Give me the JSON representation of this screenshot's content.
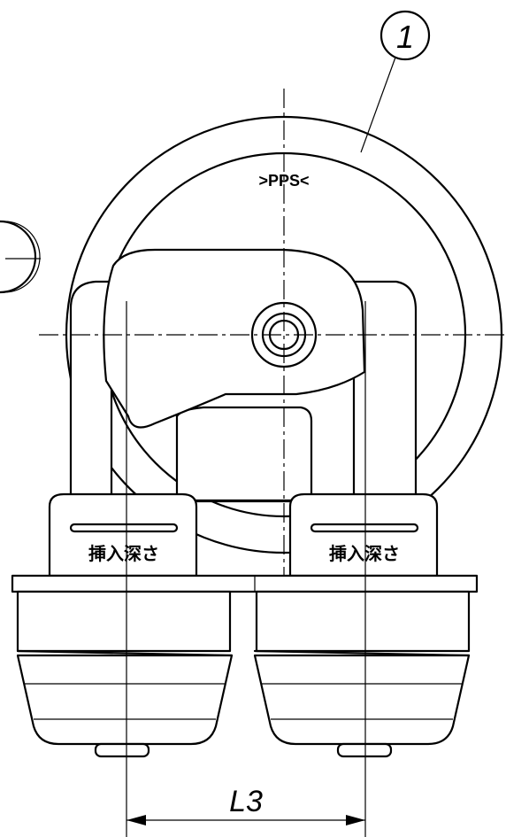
{
  "drawing": {
    "balloon_number": "1",
    "material_mark": ">PPS<",
    "depth_label_left": "挿入深さ",
    "depth_label_right": "挿入深さ",
    "dimension_label": "L3"
  }
}
